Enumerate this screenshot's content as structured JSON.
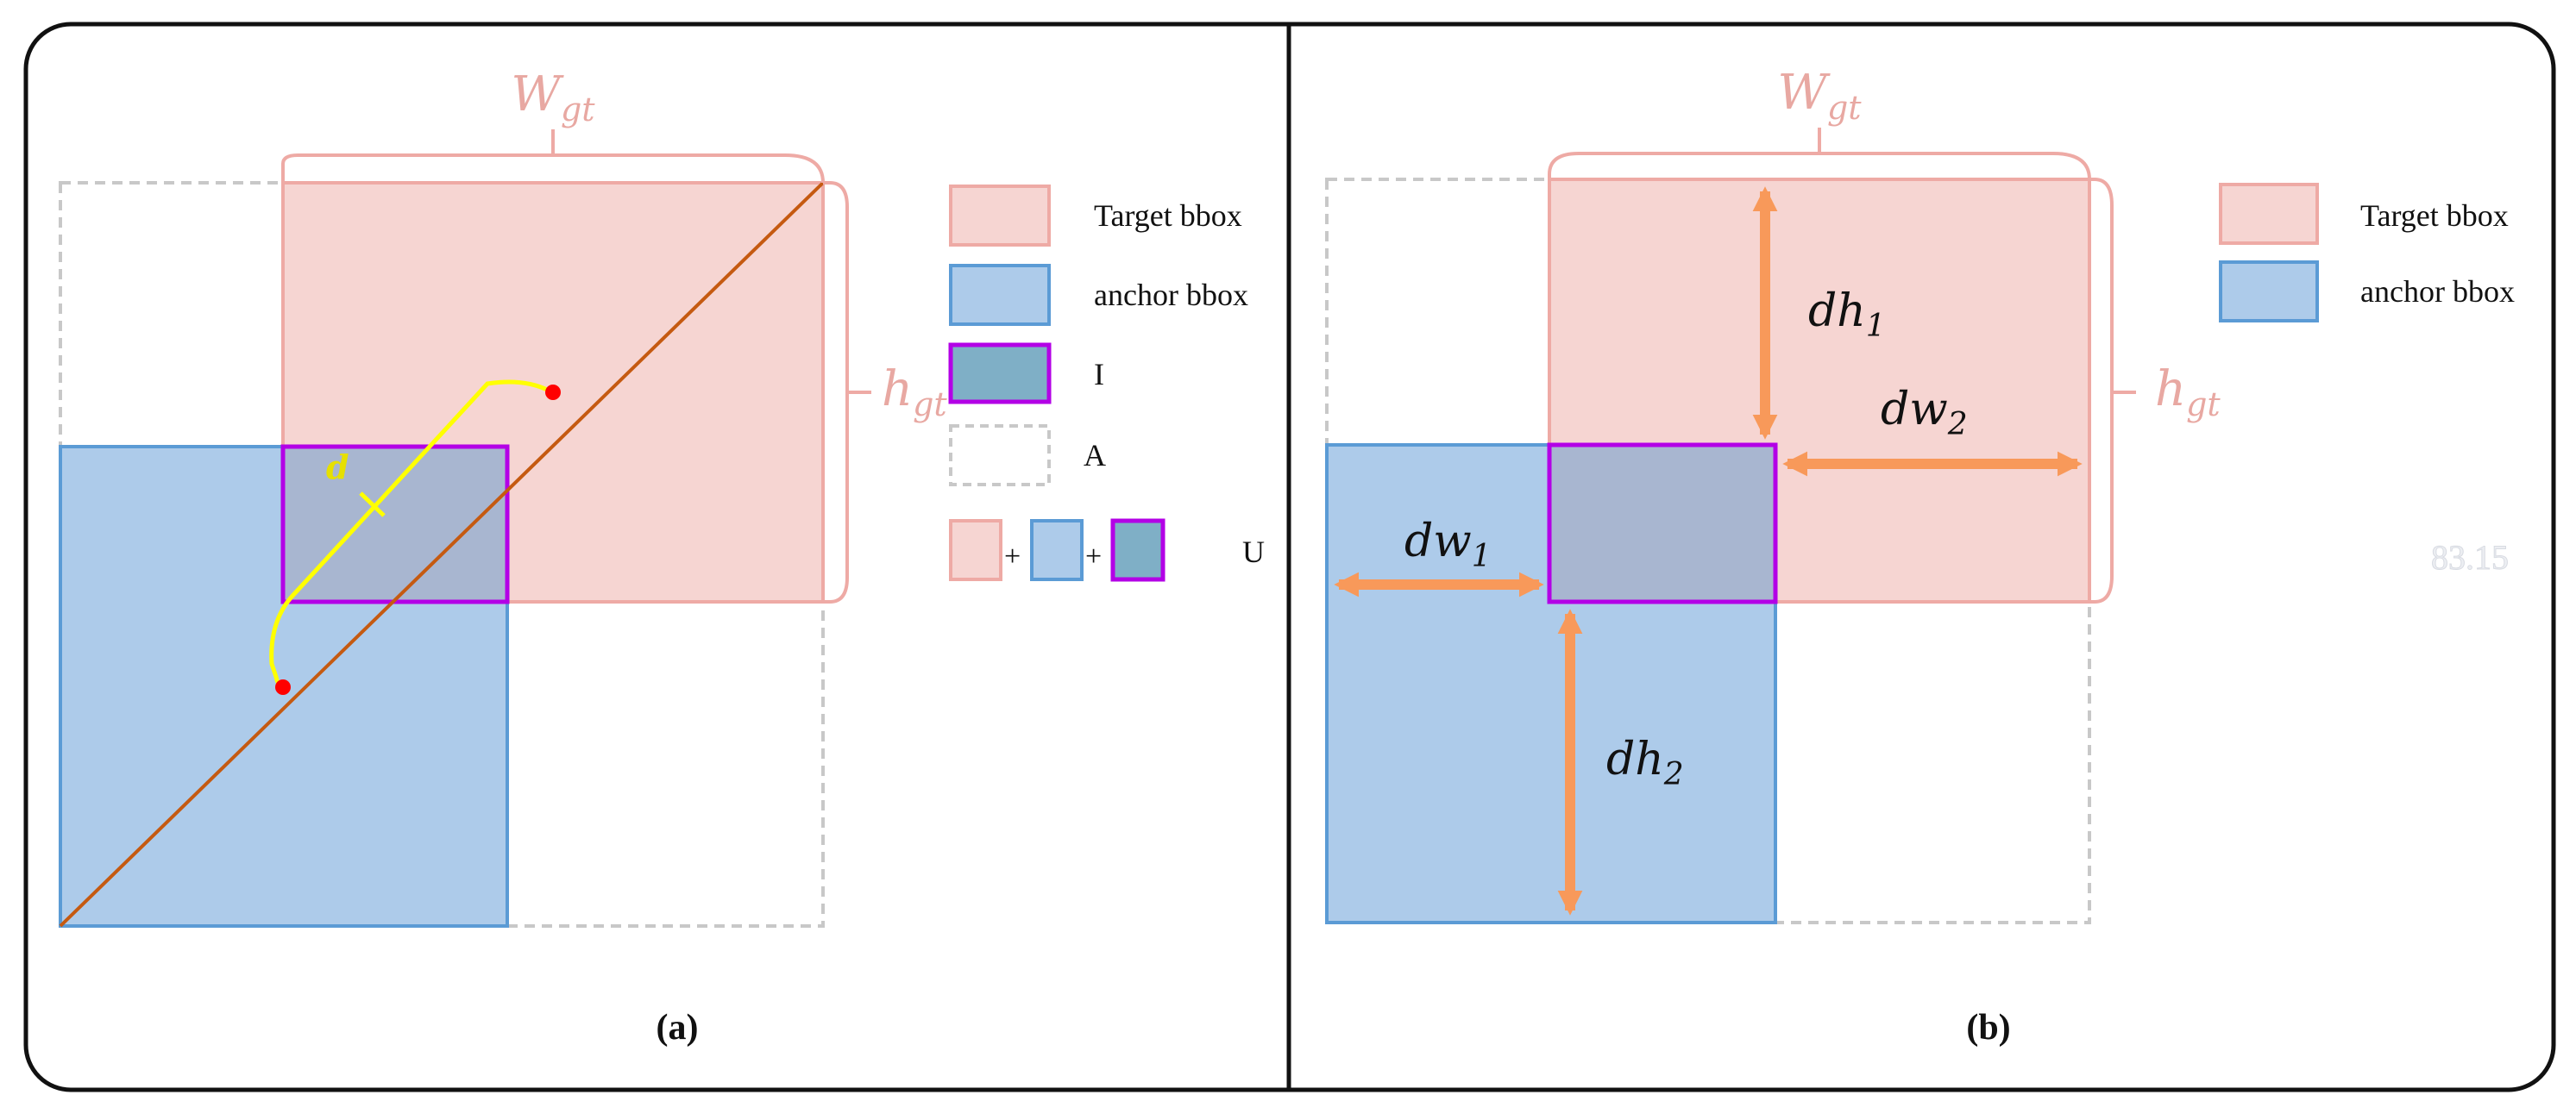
{
  "panels": {
    "a": {
      "caption": "(a)",
      "width_label": "W",
      "width_label_sub": "gt",
      "height_label": "h",
      "height_label_sub": "gt",
      "distance_label": "d",
      "legend": [
        {
          "label": "Target bbox"
        },
        {
          "label": "anchor bbox"
        },
        {
          "label": "I"
        },
        {
          "label": "A"
        },
        {
          "label": "U",
          "op1": "+",
          "op2": "+"
        }
      ]
    },
    "b": {
      "caption": "(b)",
      "width_label": "W",
      "width_label_sub": "gt",
      "height_label": "h",
      "height_label_sub": "gt",
      "dh1": "dh",
      "dh1_sub": "1",
      "dh2": "dh",
      "dh2_sub": "2",
      "dw1": "dw",
      "dw1_sub": "1",
      "dw2": "dw",
      "dw2_sub": "2",
      "legend": [
        {
          "label": "Target bbox"
        },
        {
          "label": "anchor bbox"
        }
      ],
      "watermark": "83.15"
    }
  },
  "colors": {
    "target_fill": "#f6d5d2",
    "target_stroke": "#eeaaa5",
    "anchor_fill": "#adcbea",
    "anchor_stroke": "#5b9bd5",
    "intersection_fill": "#a8b6d0",
    "intersection_stroke": "#b300e6",
    "legend_I_fill": "#7fafc6",
    "dashed_stroke": "#c8c8c8",
    "diagonal": "#c55a11",
    "distance_curve": "#ffff00",
    "distance_label": "#e6e000",
    "point": "#ff0000",
    "arrow": "#f8995a",
    "label_pink": "#e8a8a2"
  }
}
